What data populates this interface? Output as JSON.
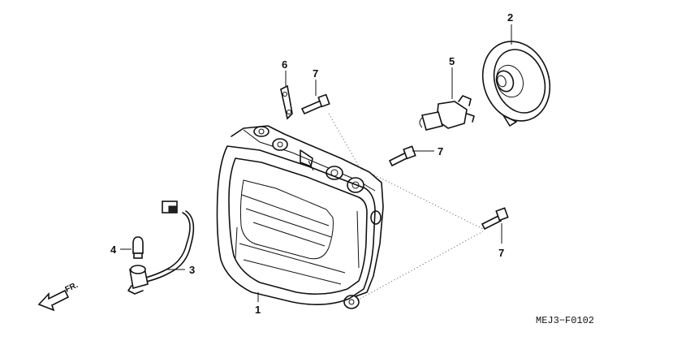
{
  "callouts": [
    {
      "id": "1",
      "label": "1"
    },
    {
      "id": "2",
      "label": "2"
    },
    {
      "id": "3",
      "label": "3"
    },
    {
      "id": "4",
      "label": "4"
    },
    {
      "id": "5",
      "label": "5"
    },
    {
      "id": "6",
      "label": "6"
    },
    {
      "id": "7a",
      "label": "7"
    },
    {
      "id": "7b",
      "label": "7"
    },
    {
      "id": "7c",
      "label": "7"
    }
  ],
  "direction_label": "FR.",
  "diagram_code": "MEJ3−F0102"
}
